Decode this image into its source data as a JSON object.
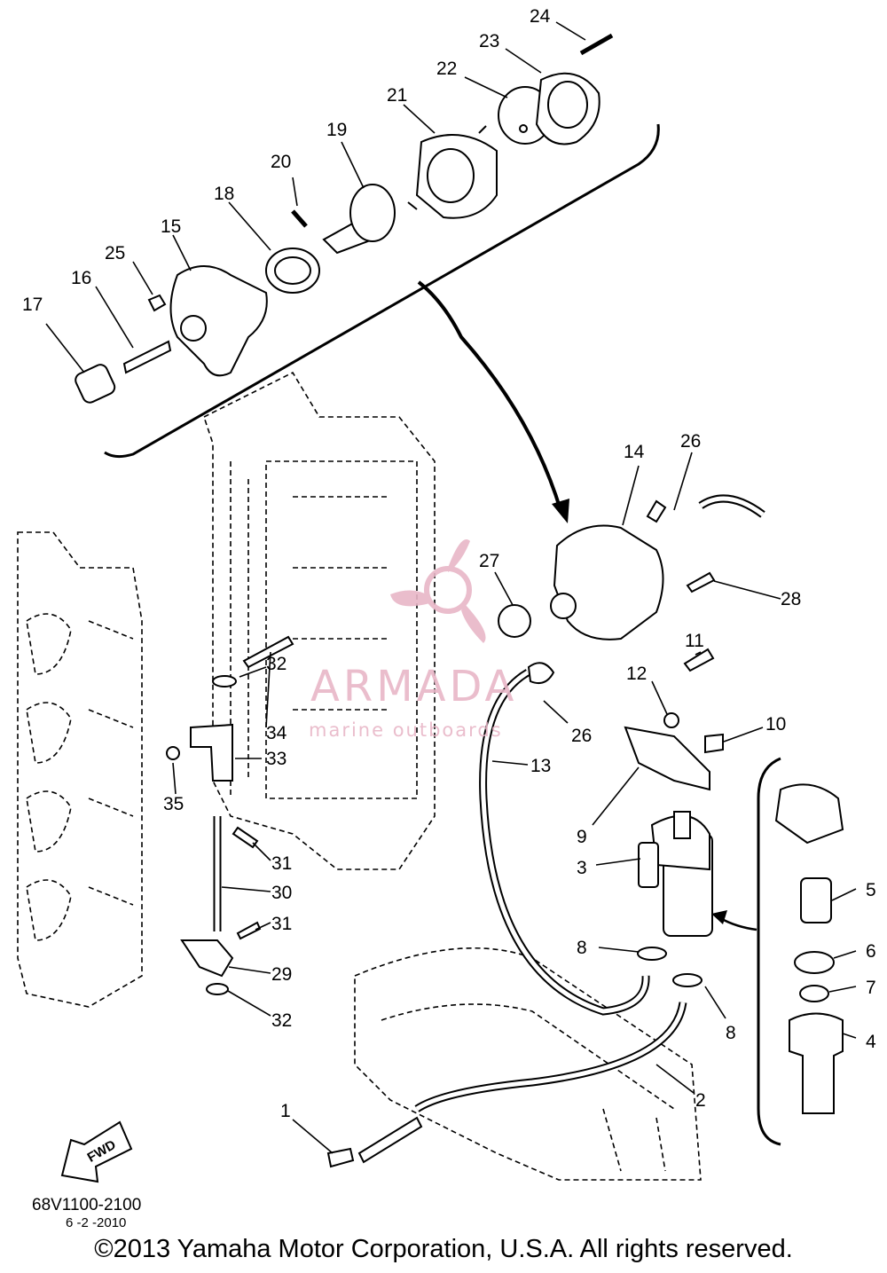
{
  "diagram": {
    "callouts": [
      "1",
      "2",
      "3",
      "4",
      "5",
      "6",
      "7",
      "8",
      "8",
      "9",
      "10",
      "11",
      "12",
      "13",
      "14",
      "15",
      "16",
      "17",
      "18",
      "19",
      "20",
      "21",
      "22",
      "23",
      "24",
      "25",
      "26",
      "26",
      "27",
      "28",
      "29",
      "30",
      "31",
      "31",
      "32",
      "32",
      "33",
      "34",
      "35"
    ],
    "fwd_label": "FWD"
  },
  "watermark": {
    "title": "ARMADA",
    "subtitle": "marine outboards"
  },
  "footer": {
    "code": "68V1100-2100",
    "date": "6 -2 -2010",
    "copyright": "©2013 Yamaha Motor Corporation, U.S.A. All rights reserved."
  }
}
